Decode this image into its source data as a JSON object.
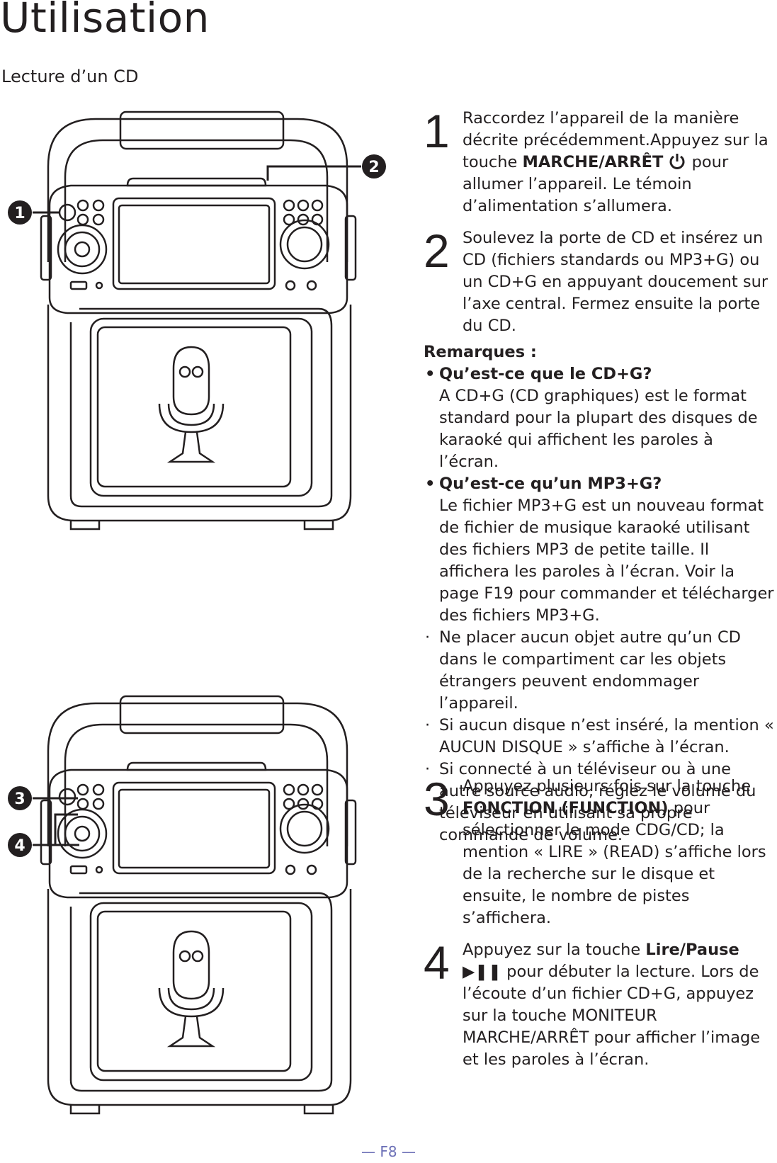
{
  "page": {
    "title": "Utilisation",
    "subtitle": "Lecture d’un CD",
    "footer": "— F8 —"
  },
  "figure_top": {
    "callouts": [
      "1",
      "2"
    ]
  },
  "figure_bottom": {
    "callouts": [
      "3",
      "4"
    ]
  },
  "steps": [
    {
      "num": "1",
      "pre": "Raccordez l’appareil de la manière décrite précédemment.Appuyez sur la touche ",
      "bold": "MARCHE/ARRÊT",
      "icon": "power-icon",
      "post": " pour allumer l’appareil. Le témoin d’alimentation s’allumera."
    },
    {
      "num": "2",
      "text": "Soulevez la porte de CD et insérez un CD (fichiers standards ou MP3+G) ou un CD+G en appuyant doucement sur l’axe central. Fermez ensuite la porte du CD."
    },
    {
      "num": "3",
      "pre": "Appuyez plusieurs fois sur la touche ",
      "bold": "FONCTION (FUNCTION)",
      "post": " pour sélectionner le mode CDG/CD; la mention « LIRE » (READ) s’affiche lors de la recherche sur le disque et ensuite, le nombre de pistes s’affichera."
    },
    {
      "num": "4",
      "pre": "Appuyez sur la touche ",
      "bold": "Lire/Pause",
      "icon": "play-pause-icon",
      "symbol": "▶❚❚",
      "post": "pour débuter la lecture. Lors de l’écoute d’un fichier CD+G, appuyez sur la touche MONITEUR MARCHE/ARRÊT pour afficher l’image et les paroles à l’écran."
    }
  ],
  "remarks": {
    "heading": "Remarques :",
    "items": [
      {
        "question": "Qu’est-ce que le CD+G?",
        "text": "A CD+G (CD graphiques) est le format standard pour la plupart des disques de karaoké qui affichent les paroles à l’écran."
      },
      {
        "question": "Qu’est-ce qu’un MP3+G?",
        "text": "Le fichier MP3+G est un nouveau format de fichier de musique karaoké utilisant des fichiers MP3 de petite taille. Il affichera les paroles à l’écran. Voir la page F19 pour commander et télécharger des fichiers MP3+G."
      },
      {
        "text": "Ne placer aucun objet autre qu’un CD dans le compartiment car les objets étrangers peuvent endommager l’appareil."
      },
      {
        "text": "Si aucun disque n’est inséré, la mention « AUCUN DISQUE » s’affiche à l’écran."
      },
      {
        "text": "Si connecté à un téléviseur ou à une autre source audio, réglez le volume du téléviseur en utilisant sa propre commande de volume."
      }
    ]
  }
}
